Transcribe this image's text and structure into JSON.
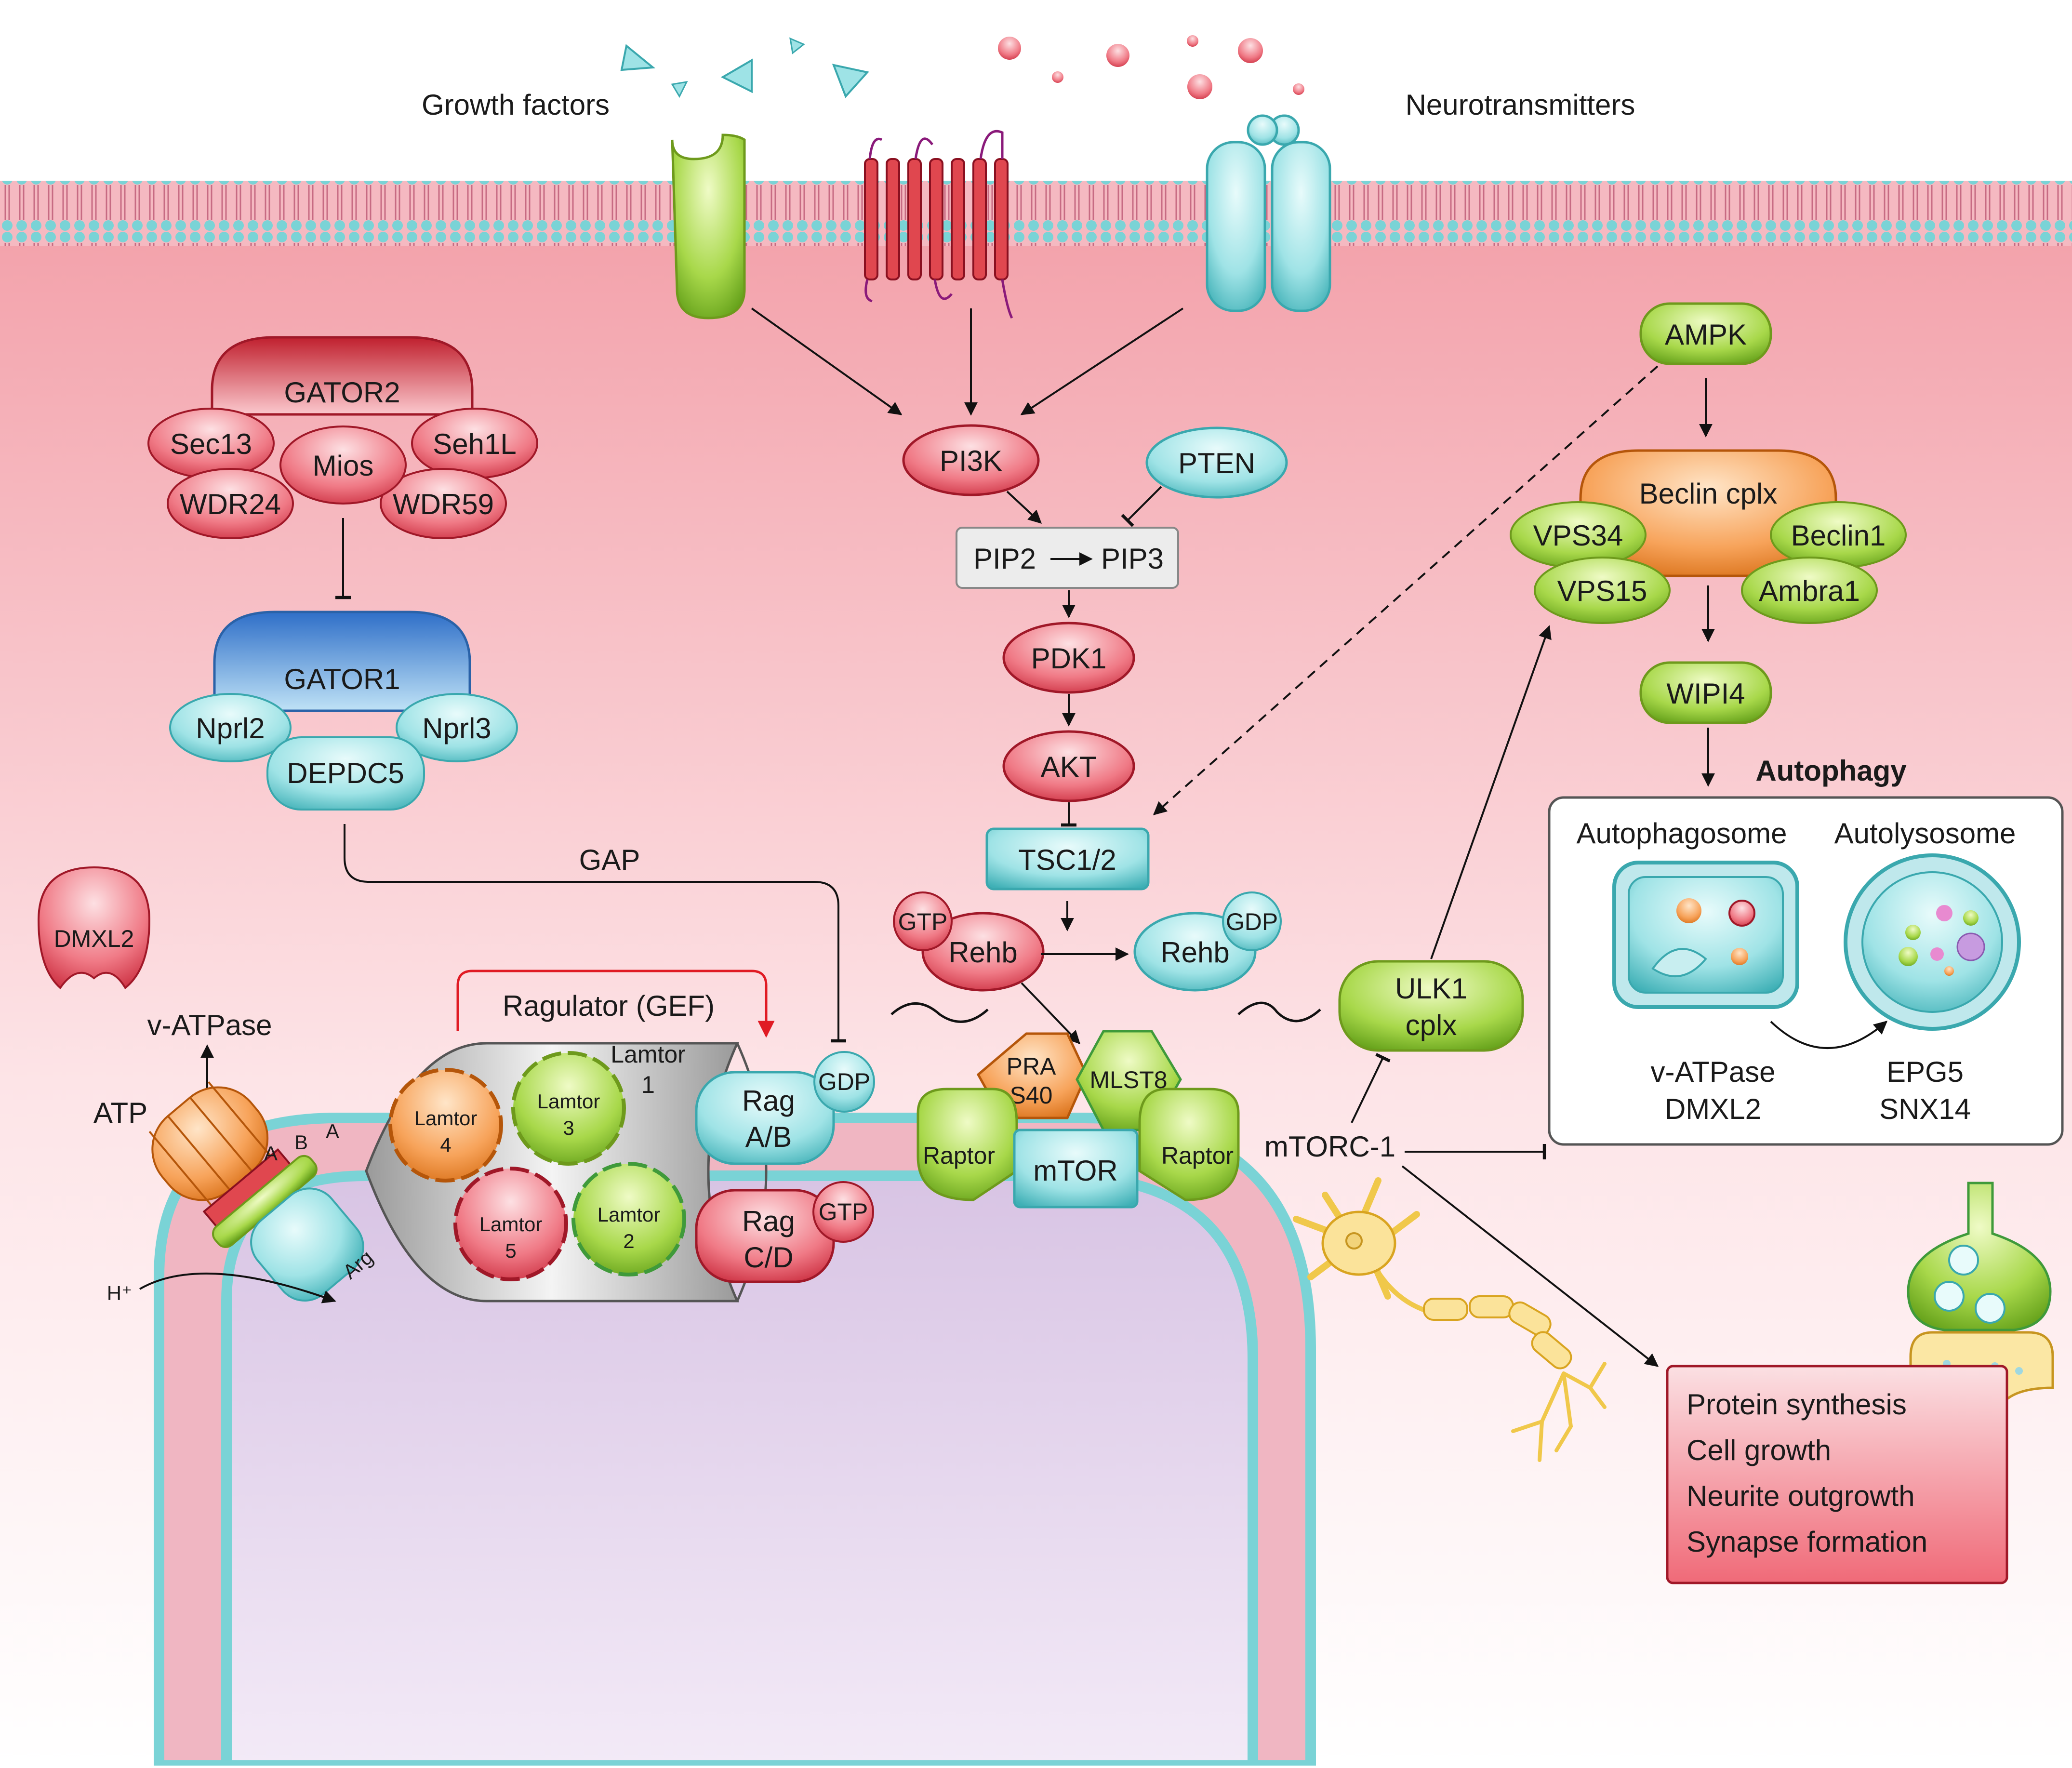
{
  "extracellular": {
    "growth_factors": "Growth factors",
    "neurotransmitters": "Neurotransmitters"
  },
  "gator2": {
    "title": "GATOR2",
    "sec13": "Sec13",
    "mios": "Mios",
    "seh1l": "Seh1L",
    "wdr24": "WDR24",
    "wdr59": "WDR59"
  },
  "gator1": {
    "title": "GATOR1",
    "nprl2": "Nprl2",
    "nprl3": "Nprl3",
    "depdc5": "DEPDC5"
  },
  "gap_label": "GAP",
  "dmxl2_left": "DMXL2",
  "vatpase": {
    "label": "v-ATPase",
    "atp": "ATP",
    "h_plus": "H⁺",
    "arg": "Arg",
    "a1": "A",
    "b": "B",
    "a2": "A"
  },
  "ragulator": {
    "title": "Ragulator (GEF)",
    "lamtor1_a": "Lamtor",
    "lamtor1_b": "1",
    "lamtor2_a": "Lamtor",
    "lamtor2_b": "2",
    "lamtor3_a": "Lamtor",
    "lamtor3_b": "3",
    "lamtor4_a": "Lamtor",
    "lamtor4_b": "4",
    "lamtor5_a": "Lamtor",
    "lamtor5_b": "5"
  },
  "rag_ab": {
    "line1": "Rag",
    "line2": "A/B",
    "nucleotide": "GDP"
  },
  "rag_cd": {
    "line1": "Rag",
    "line2": "C/D",
    "nucleotide": "GTP"
  },
  "pathway": {
    "pi3k": "PI3K",
    "pten": "PTEN",
    "pip2": "PIP2",
    "pip3": "PIP3",
    "pdk1": "PDK1",
    "akt": "AKT",
    "tsc": "TSC1/2",
    "rheb_left": "Rehb",
    "gtp": "GTP",
    "rheb_right": "Rehb",
    "gdp": "GDP"
  },
  "mtorc": {
    "pras40_a": "PRA",
    "pras40_b": "S40",
    "mlst8": "MLST8",
    "raptor_left": "Raptor",
    "mtor": "mTOR",
    "raptor_right": "Raptor",
    "label": "mTORC-1"
  },
  "ampk": "AMPK",
  "beclin": {
    "title": "Beclin cplx",
    "vps34": "VPS34",
    "beclin1": "Beclin1",
    "vps15": "VPS15",
    "ambra1": "Ambra1"
  },
  "wipi4": "WIPI4",
  "ulk1": {
    "line1": "ULK1",
    "line2": "cplx"
  },
  "autophagy": {
    "title": "Autophagy",
    "autophagosome": "Autophagosome",
    "autolysosome": "Autolysosome",
    "left_genes_1": "v-ATPase",
    "left_genes_2": "DMXL2",
    "right_genes_1": "EPG5",
    "right_genes_2": "SNX14"
  },
  "outcomes": [
    "Protein synthesis",
    "Cell growth",
    "Neurite outgrowth",
    "Synapse formation"
  ]
}
